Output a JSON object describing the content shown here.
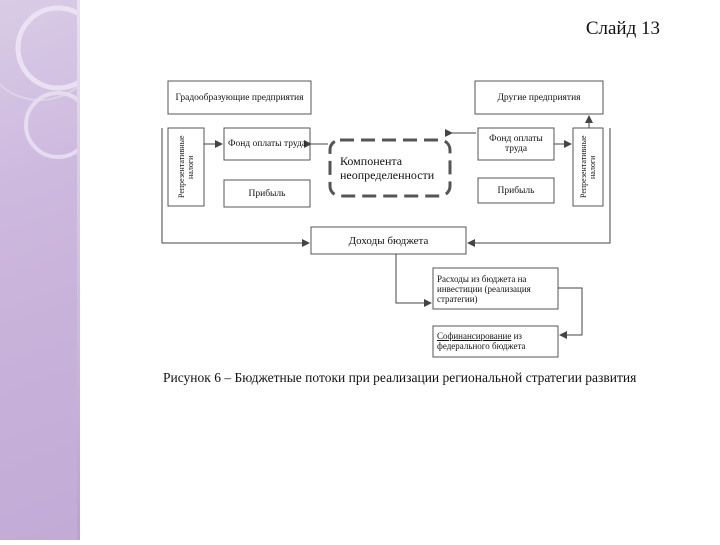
{
  "slide_label": "Слайд 13",
  "caption": "Рисунок 6 – Бюджетные потоки  при реализации региональной стратегии развития",
  "nodes": {
    "gradoobraz": "Градообразующие предприятия",
    "drugie": "Другие предприятия",
    "rep_tax_left": "Репрезентативные налоги",
    "rep_tax_right": "Репрезентативные налоги",
    "fot_left": "Фонд оплаты труда",
    "fot_right": "Фонд оплаты труда",
    "profit_left": "Прибыль",
    "profit_right": "Прибыль",
    "uncertainty": "Компонента неопределенности",
    "budget_income": "Доходы бюджета",
    "invest": "Расходы из бюджета на инвестиции (реализация стратегии)",
    "cofin_part1": "Софинансирование",
    "cofin_part2": " из федерального бюджета"
  },
  "colors": {
    "sidebar": "#c8b2da",
    "box_stroke": "#555555"
  }
}
